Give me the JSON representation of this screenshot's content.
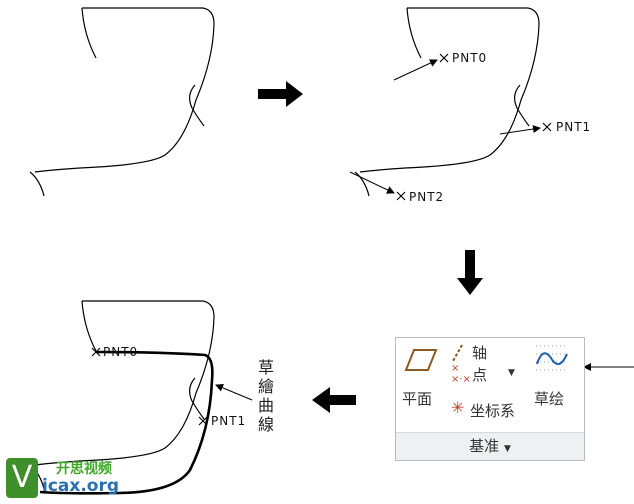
{
  "labels": {
    "pnt0": "PNT0",
    "pnt1": "PNT1",
    "pnt2": "PNT2"
  },
  "sketch_label": [
    "草",
    "繪",
    "曲",
    "線"
  ],
  "ribbon": {
    "plane": "平面",
    "axis": "轴",
    "point": "点",
    "csys": "坐标系",
    "sketch": "草绘",
    "group": "基准"
  },
  "watermark": {
    "logo_letter": "V",
    "text_cn": "开思视频",
    "text_en": "icax.org"
  },
  "colors": {
    "curve": "#000000",
    "icon_brown": "#8a5a20",
    "icon_blue": "#1a5fa8"
  }
}
